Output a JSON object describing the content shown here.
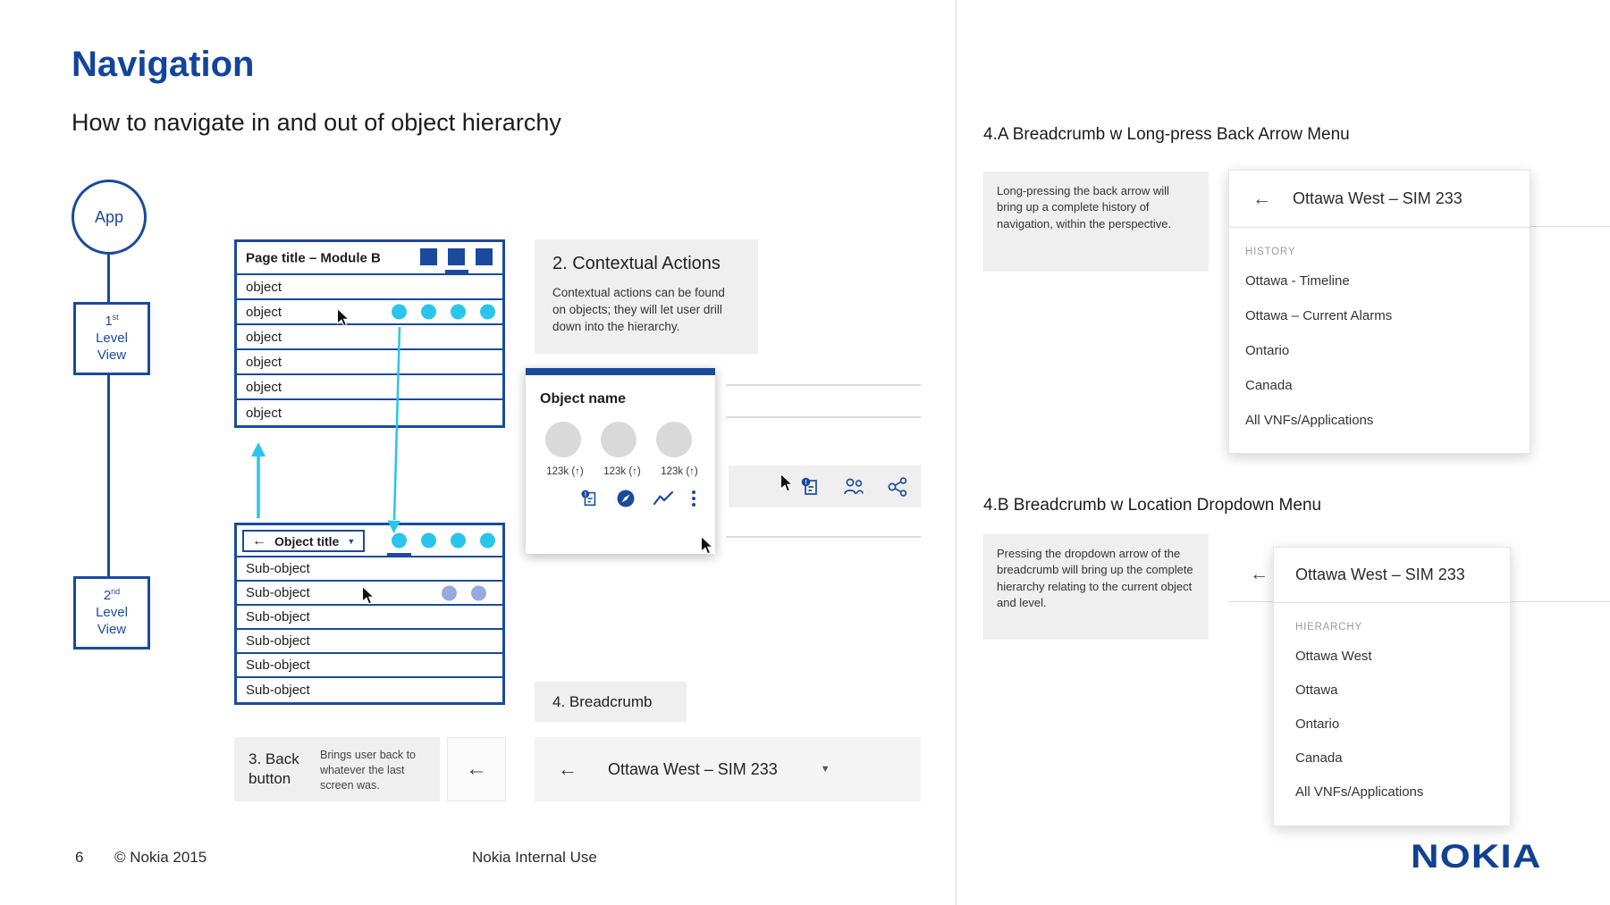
{
  "page": {
    "title": "Navigation",
    "subtitle": "How to navigate in and out of object hierarchy"
  },
  "glyphs": {
    "back_arrow": "←",
    "dropdown_caret": "▼"
  },
  "flow": {
    "app": "App",
    "level1": {
      "num": "1",
      "sup": "st",
      "line2": "Level",
      "line3": "View"
    },
    "level2": {
      "num": "2",
      "sup": "nd",
      "line2": "Level",
      "line3": "View"
    }
  },
  "module_table": {
    "header": "Page title – Module B",
    "rows": [
      "object",
      "object",
      "object",
      "object",
      "object",
      "object"
    ]
  },
  "object_table": {
    "header": "Object title",
    "rows": [
      "Sub-object",
      "Sub-object",
      "Sub-object",
      "Sub-object",
      "Sub-object",
      "Sub-object"
    ]
  },
  "contextual": {
    "title": "2. Contextual Actions",
    "body": "Contextual actions can be found on objects; they will let user drill down into the hierarchy."
  },
  "object_card": {
    "title": "Object name",
    "stats": [
      "123k (↑)",
      "123k (↑)",
      "123k (↑)"
    ]
  },
  "labels": {
    "breadcrumb": "4. Breadcrumb",
    "back_line1": "3. Back",
    "back_line2": "button",
    "back_desc": "Brings user back to whatever the last screen was."
  },
  "breadcrumb_bar": {
    "title": "Ottawa West – SIM 233"
  },
  "section_a": {
    "heading": "4.A Breadcrumb w Long-press Back Arrow Menu",
    "note": "Long-pressing the back arrow will bring up a complete history of navigation, within the perspective.",
    "menu_title": "Ottawa West – SIM 233",
    "menu_section": "HISTORY",
    "items": [
      "Ottawa - Timeline",
      "Ottawa – Current Alarms",
      "Ontario",
      "Canada",
      "All VNFs/Applications"
    ]
  },
  "section_b": {
    "heading": "4.B Breadcrumb w Location Dropdown Menu",
    "note": "Pressing the dropdown arrow of the breadcrumb will bring up the complete hierarchy relating to the current object and level.",
    "menu_title": "Ottawa West – SIM 233",
    "menu_section": "HIERARCHY",
    "items": [
      "Ottawa West",
      "Ottawa",
      "Ontario",
      "Canada",
      "All VNFs/Applications"
    ]
  },
  "footer": {
    "page_number": "6",
    "copyright": "© Nokia 2015",
    "classification": "Nokia Internal Use",
    "logo": "NOKIA"
  }
}
